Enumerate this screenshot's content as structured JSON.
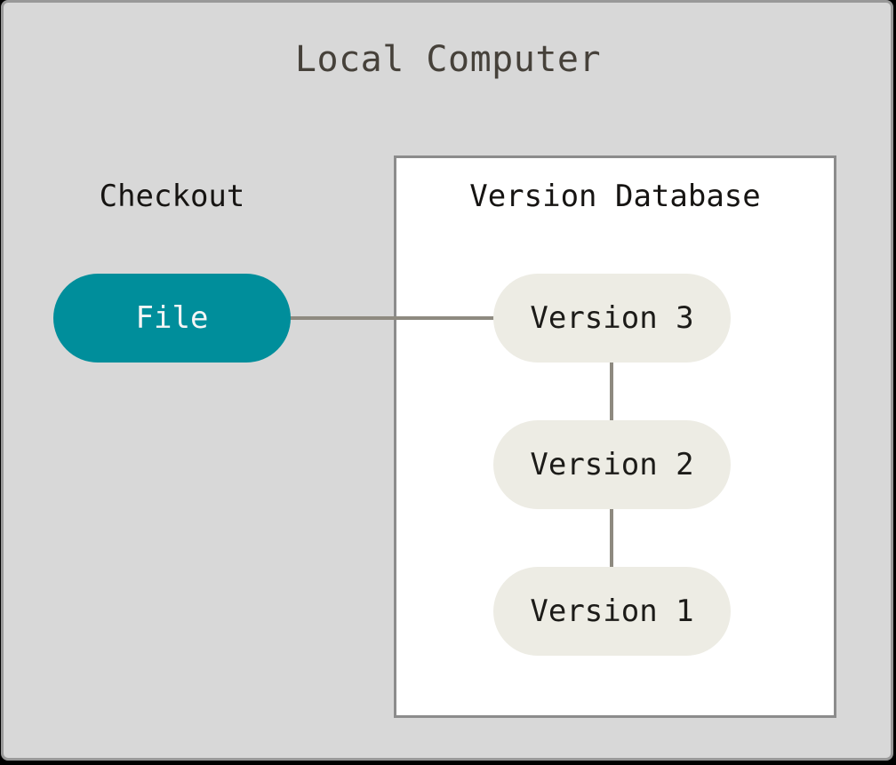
{
  "diagram": {
    "title": "Local Computer",
    "checkout": {
      "label": "Checkout",
      "file_node_label": "File"
    },
    "version_database": {
      "title": "Version Database",
      "nodes": [
        {
          "label": "Version 3"
        },
        {
          "label": "Version 2"
        },
        {
          "label": "Version 1"
        }
      ]
    },
    "connections": [
      "File - Version 3",
      "Version 3 - Version 2",
      "Version 2 - Version 1"
    ],
    "colors": {
      "background": "#d8d8d8",
      "frame_border": "#999999",
      "title_text": "#46413a",
      "label_text": "#161412",
      "box_background": "#ffffff",
      "box_border": "#8c8c8c",
      "connector": "#8e8a80",
      "file_fill": "#008e9b",
      "file_text": "#f5f5f5",
      "version_fill": "#edece4",
      "version_text": "#1c1b18"
    }
  }
}
